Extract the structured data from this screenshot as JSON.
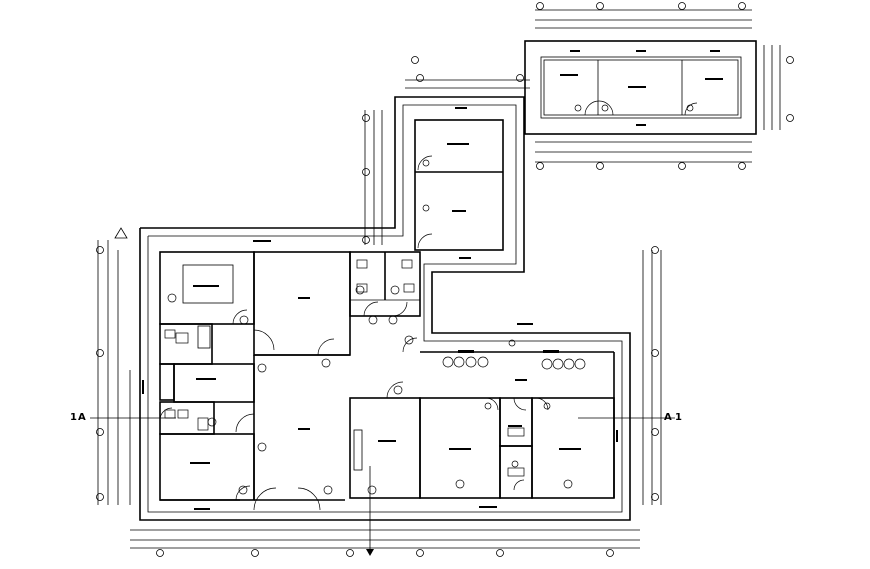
{
  "drawing": {
    "section_marker_left": "A",
    "section_marker_right": "A",
    "section_number_left": "1",
    "section_number_right": "1",
    "paper_color": "#ffffff",
    "line_color": "#000000"
  }
}
